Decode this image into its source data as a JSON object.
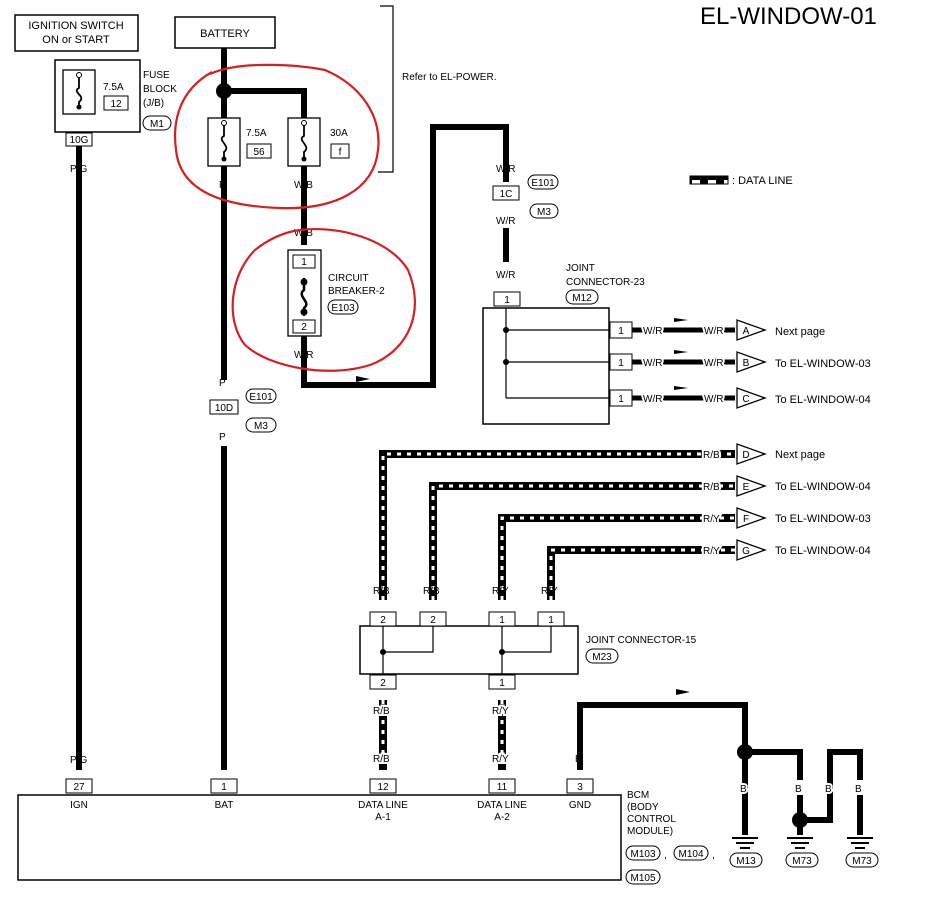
{
  "title": "EL-WINDOW-01",
  "refer_note": "Refer to EL-POWER.",
  "legend_label": ": DATA LINE",
  "boxes": {
    "ignition_line1": "IGNITION SWITCH",
    "ignition_line2": "ON or START",
    "battery": "BATTERY"
  },
  "fuse_block": {
    "line1": "FUSE",
    "line2": "BLOCK",
    "line3": "(J/B)",
    "amp": "7.5A",
    "num": "12",
    "conn": "M1",
    "term": "10G"
  },
  "fuse_56": {
    "amp": "7.5A",
    "num": "56"
  },
  "fuse_f": {
    "amp": "30A",
    "num": "f"
  },
  "circuit_breaker": {
    "line1": "CIRCUIT",
    "line2": "BREAKER-2",
    "conn": "E103",
    "pin_top": "1",
    "pin_bottom": "2"
  },
  "wires": {
    "pg": "P/G",
    "p": "P",
    "wb": "W/B",
    "wr": "W/R",
    "rb": "R/B",
    "ry": "R/Y",
    "b": "B"
  },
  "connectors": {
    "e101": "E101",
    "m3": "M3",
    "term_1c": "1C",
    "term_10d": "10D",
    "m12": "M12",
    "m23": "M23",
    "m13": "M13",
    "m73": "M73",
    "m103": "M103",
    "m104": "M104",
    "m105": "M105"
  },
  "joint23": {
    "line1": "JOINT",
    "line2": "CONNECTOR-23",
    "pin": "1"
  },
  "joint15": {
    "label": "JOINT CONNECTOR-15",
    "pin1": "1",
    "pin2": "2"
  },
  "outputs": [
    {
      "letter": "A",
      "dest": "Next page",
      "wire": "W/R"
    },
    {
      "letter": "B",
      "dest": "To EL-WINDOW-03",
      "wire": "W/R"
    },
    {
      "letter": "C",
      "dest": "To EL-WINDOW-04",
      "wire": "W/R"
    },
    {
      "letter": "D",
      "dest": "Next page",
      "wire": "R/B"
    },
    {
      "letter": "E",
      "dest": "To EL-WINDOW-04",
      "wire": "R/B"
    },
    {
      "letter": "F",
      "dest": "To EL-WINDOW-03",
      "wire": "R/Y"
    },
    {
      "letter": "G",
      "dest": "To EL-WINDOW-04",
      "wire": "R/Y"
    }
  ],
  "bcm": {
    "line1": "BCM",
    "line2": "(BODY",
    "line3": "CONTROL",
    "line4": "MODULE)",
    "comma": ","
  },
  "bcm_terminals": [
    {
      "num": "27",
      "label1": "IGN",
      "label2": ""
    },
    {
      "num": "1",
      "label1": "BAT",
      "label2": ""
    },
    {
      "num": "12",
      "label1": "DATA LINE",
      "label2": "A-1"
    },
    {
      "num": "11",
      "label1": "DATA LINE",
      "label2": "A-2"
    },
    {
      "num": "3",
      "label1": "GND",
      "label2": ""
    }
  ],
  "annotation_color": "#d42020"
}
